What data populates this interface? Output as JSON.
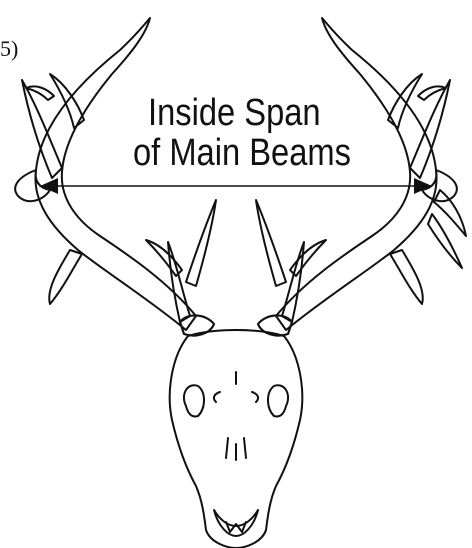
{
  "figure": {
    "corner_mark": "5)",
    "measurement_label": {
      "line1": "Inside Span",
      "line2": "of Main Beams"
    }
  },
  "colors": {
    "ink": "#111111",
    "background": "#ffffff"
  }
}
